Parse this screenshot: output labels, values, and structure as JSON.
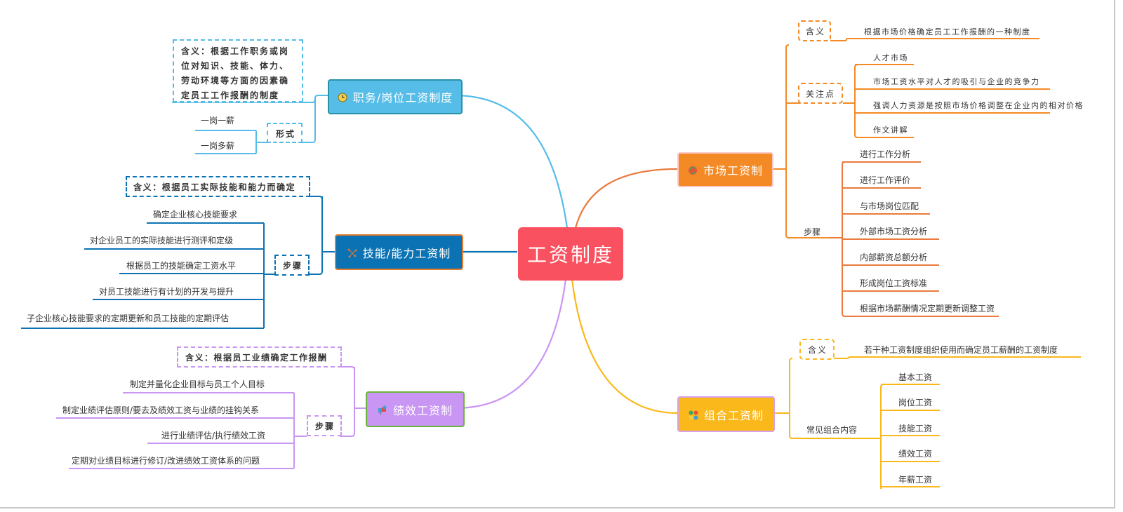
{
  "root": {
    "label": "工资制度",
    "color": "#f9515f"
  },
  "branches": {
    "position": {
      "label": "职务/岗位工资制度",
      "color": "#56bde8",
      "icon": "clock-icon",
      "meaning": [
        "含义：根据工作职务或岗",
        "位对知识、技能、体力、",
        "劳动环境等方面的因素确",
        "定员工工作报酬的制度"
      ],
      "form_label": "形式",
      "forms": [
        "一岗一薪",
        "一岗多薪"
      ]
    },
    "skill": {
      "label": "技能/能力工资制",
      "color": "#0b73b3",
      "icon": "network-icon",
      "meaning": "含义：根据员工实际技能和能力而确定",
      "steps_label": "步骤",
      "steps": [
        "确定企业核心技能要求",
        "对企业员工的实际技能进行测评和定级",
        "根据员工的技能确定工资水平",
        "对员工技能进行有计划的开发与提升",
        "子企业核心技能要求的定期更新和员工技能的定期评估"
      ]
    },
    "performance": {
      "label": "绩效工资制",
      "color": "#c996f3",
      "icon": "cubes-icon",
      "meaning": "含义：根据员工业绩确定工作报酬",
      "steps_label": "步骤",
      "steps": [
        "制定并量化企业目标与员工个人目标",
        "制定业绩评估原则/要去及绩效工资与业绩的挂钩关系",
        "进行业绩评估/执行绩效工资",
        "定期对业绩目标进行修订/改进绩效工资体系的问题"
      ]
    },
    "market": {
      "label": "市场工资制",
      "color": "#f48a25",
      "icon": "refresh-icon",
      "meaning_label": "含义",
      "meaning": "根据市场价格确定员工工作报酬的一种制度",
      "focus_label": "关注点",
      "focus": [
        "人才市场",
        "市场工资水平对人才的吸引与企业的竞争力",
        "强调人力资源是按照市场价格调整在企业内的相对价格",
        "作文讲解"
      ],
      "steps_label": "步骤",
      "steps": [
        "进行工作分析",
        "进行工作评价",
        "与市场岗位匹配",
        "外部市场工资分析",
        "内部薪资总额分析",
        "形成岗位工资标准",
        "根据市场薪酬情况定期更新调整工资"
      ]
    },
    "combined": {
      "label": "组合工资制",
      "color": "#fbb81b",
      "icon": "grid-icon",
      "meaning_label": "含义",
      "meaning": "若干种工资制度组织使用而确定员工薪酬的工资制度",
      "content_label": "常见组合内容",
      "contents": [
        "基本工资",
        "岗位工资",
        "技能工资",
        "绩效工资",
        "年薪工资"
      ]
    }
  }
}
